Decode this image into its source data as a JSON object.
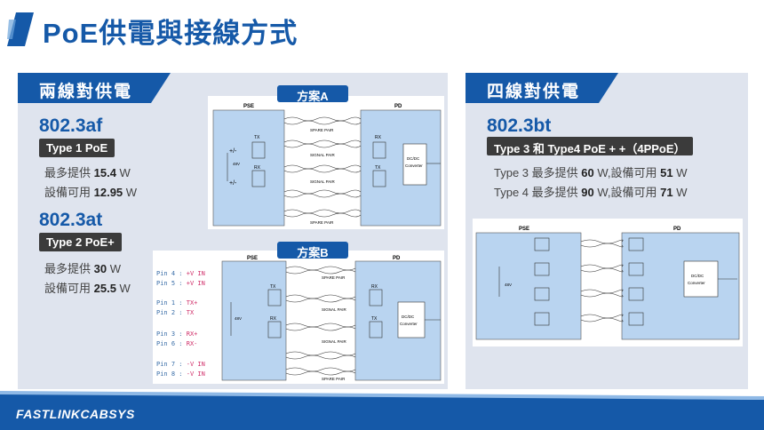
{
  "page": {
    "title": "PoE供電與接線方式"
  },
  "left": {
    "header": "兩線對供電",
    "af": {
      "std": "802.3af",
      "type": "Type 1 PoE",
      "line1_pre": "最多提供 ",
      "line1_val": "15.4",
      "line1_unit": " W",
      "line2_pre": "設備可用 ",
      "line2_val": "12.95",
      "line2_unit": " W"
    },
    "at": {
      "std": "802.3at",
      "type": "Type 2 PoE+",
      "line1_pre": "最多提供 ",
      "line1_val": "30",
      "line1_unit": " W",
      "line2_pre": "設備可用 ",
      "line2_val": "25.5",
      "line2_unit": " W"
    },
    "schemeA": "方案A",
    "schemeB": "方案B",
    "pins": [
      {
        "label": "Pin 4 :",
        "val": "+V IN"
      },
      {
        "label": "Pin 5 :",
        "val": "+V IN"
      },
      {
        "label": "Pin 1 :",
        "val": "TX+"
      },
      {
        "label": "Pin 2 :",
        "val": "TX"
      },
      {
        "label": "Pin 3 :",
        "val": "RX+"
      },
      {
        "label": "Pin 6 :",
        "val": "RX-"
      },
      {
        "label": "Pin 7 :",
        "val": "-V IN"
      },
      {
        "label": "Pin 8 :",
        "val": "-V IN"
      }
    ]
  },
  "right": {
    "header": "四線對供電",
    "bt": {
      "std": "802.3bt",
      "type": "Type 3 和 Type4 PoE + +（4PPoE）",
      "line1_pre": "Type 3 最多提供 ",
      "line1_val": "60",
      "line1_mid": " W,設備可用 ",
      "line1_val2": "51",
      "line1_unit": " W",
      "line2_pre": "Type 4 最多提供 ",
      "line2_val": "90",
      "line2_mid": " W,設備可用 ",
      "line2_val2": "71",
      "line2_unit": " W"
    }
  },
  "diagram_labels": {
    "pse": "PSE",
    "pd": "PD",
    "spare_pair": "SPARE PAIR",
    "signal_pair": "SIGNAL PAIR",
    "tx": "TX",
    "rx": "RX",
    "dcdc1": "DC/DC",
    "dcdc2": "Converter",
    "v48": "48V",
    "plus_minus": "+/-"
  },
  "footer": {
    "brand": "FASTLINKCABSYS"
  },
  "colors": {
    "accent": "#1559a8",
    "panel": "#dfe4ee",
    "diagram_fill": "#b9d4f0",
    "badge": "#3b3b3b"
  }
}
